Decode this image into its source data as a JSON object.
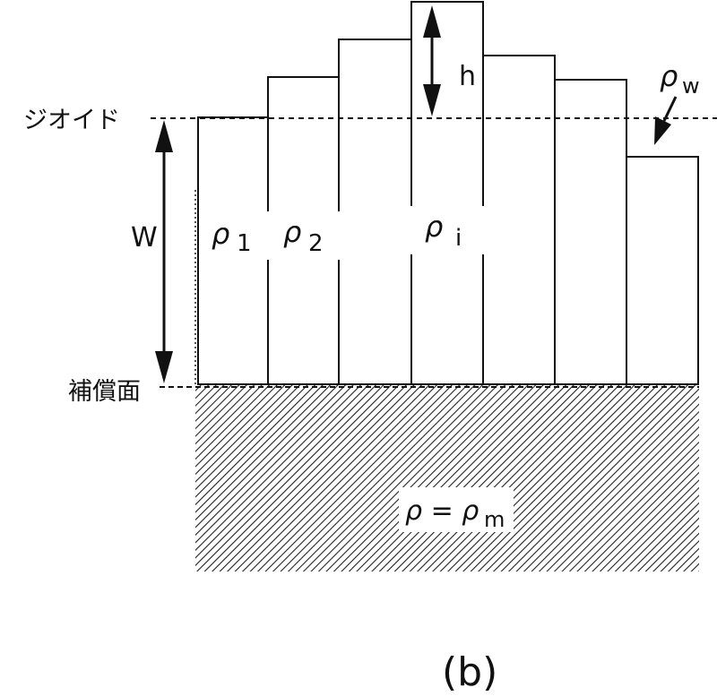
{
  "labels": {
    "geoid": "ジオイド",
    "compensation_surface": "補償面",
    "depth": "W",
    "height": "h",
    "rho_1": "ρ",
    "rho_1_sub": "1",
    "rho_2": "ρ",
    "rho_2_sub": "2",
    "rho_i": "ρ",
    "rho_i_sub": "i",
    "rho_w": "ρ",
    "rho_w_sub": "w",
    "mantle_eq": "ρ = ρ",
    "mantle_sub": "m",
    "caption": "(b)"
  }
}
